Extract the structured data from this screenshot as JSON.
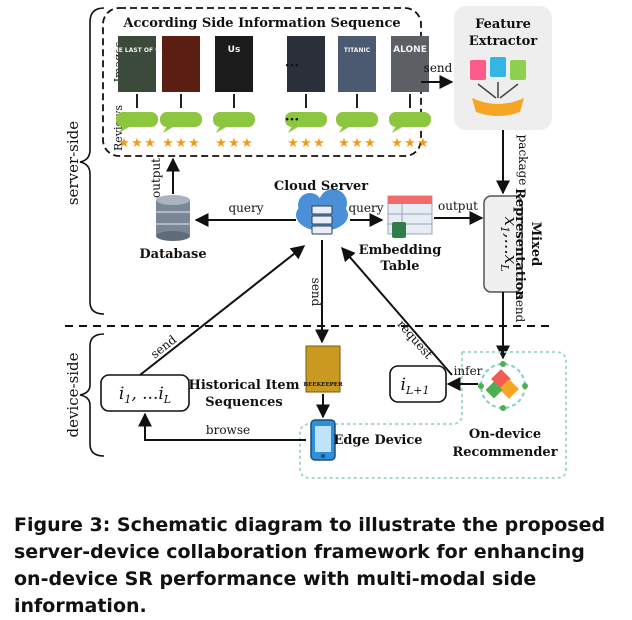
{
  "sections": {
    "server_side": "server-side",
    "device_side": "device-side"
  },
  "side_info": {
    "title": "According Side Information Sequence",
    "row_images": "Images",
    "row_reviews": "Reviews",
    "ellipsis": "···",
    "posters": [
      {
        "text": "THE LAST OF US",
        "color": "#3b4a3a"
      },
      {
        "text": "",
        "color": "#5a1e12"
      },
      {
        "text": "Us",
        "color": "#1b1b1b"
      },
      {
        "text": "",
        "color": "#2a2f3a"
      },
      {
        "text": "TITANIC",
        "color": "#4b5a70"
      },
      {
        "text": "ALONE",
        "color": "#5c5f63"
      }
    ]
  },
  "nodes": {
    "feature_extractor": "Feature\nExtractor",
    "cloud_server": "Cloud Server",
    "database": "Database",
    "embedding_table": "Embedding\nTable",
    "mixed_representation": "Mixed\nRepresentation",
    "mixed_seq": "x₁,...x_L",
    "historical_items": "Historical Item\nSequences",
    "hist_seq": "i₁, ...i_L",
    "next_item": "i_{L+1}",
    "edge_device": "Edge Device",
    "on_device_recommender": "On-device\nRecommender",
    "beekeeper_poster": "BEEKEEPER"
  },
  "edges": {
    "send_top": "send",
    "package": "package",
    "output_db": "output",
    "query_db": "query",
    "query_emb": "query",
    "output_emb": "output",
    "send_mixed": "send",
    "send_cloud": "send",
    "request": "request",
    "infer": "infer",
    "send_hist": "send",
    "browse": "browse"
  },
  "caption": "Figure 3: Schematic diagram to illustrate the proposed server-device collaboration framework for enhancing on-device SR performance with multi-modal side information.",
  "colors": {
    "bubble": "#8dc63f",
    "star": "#f39c12",
    "cloud": "#4a90d9",
    "extractor_bg": "#eeeeee",
    "recommender_border": "#9fd3c7"
  }
}
